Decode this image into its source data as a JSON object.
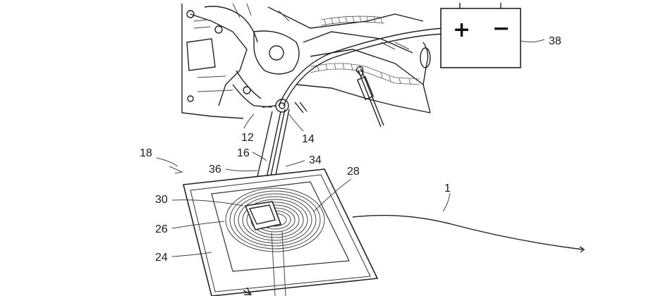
{
  "labels": {
    "ref_38": "38",
    "ref_12": "12",
    "ref_14": "14",
    "ref_18": "18",
    "ref_16": "16",
    "ref_34": "34",
    "ref_36": "36",
    "ref_28": "28",
    "ref_1": "1",
    "ref_30": "30",
    "ref_26": "26",
    "ref_24": "24"
  },
  "battery": {
    "plus": "+",
    "minus": "−"
  }
}
